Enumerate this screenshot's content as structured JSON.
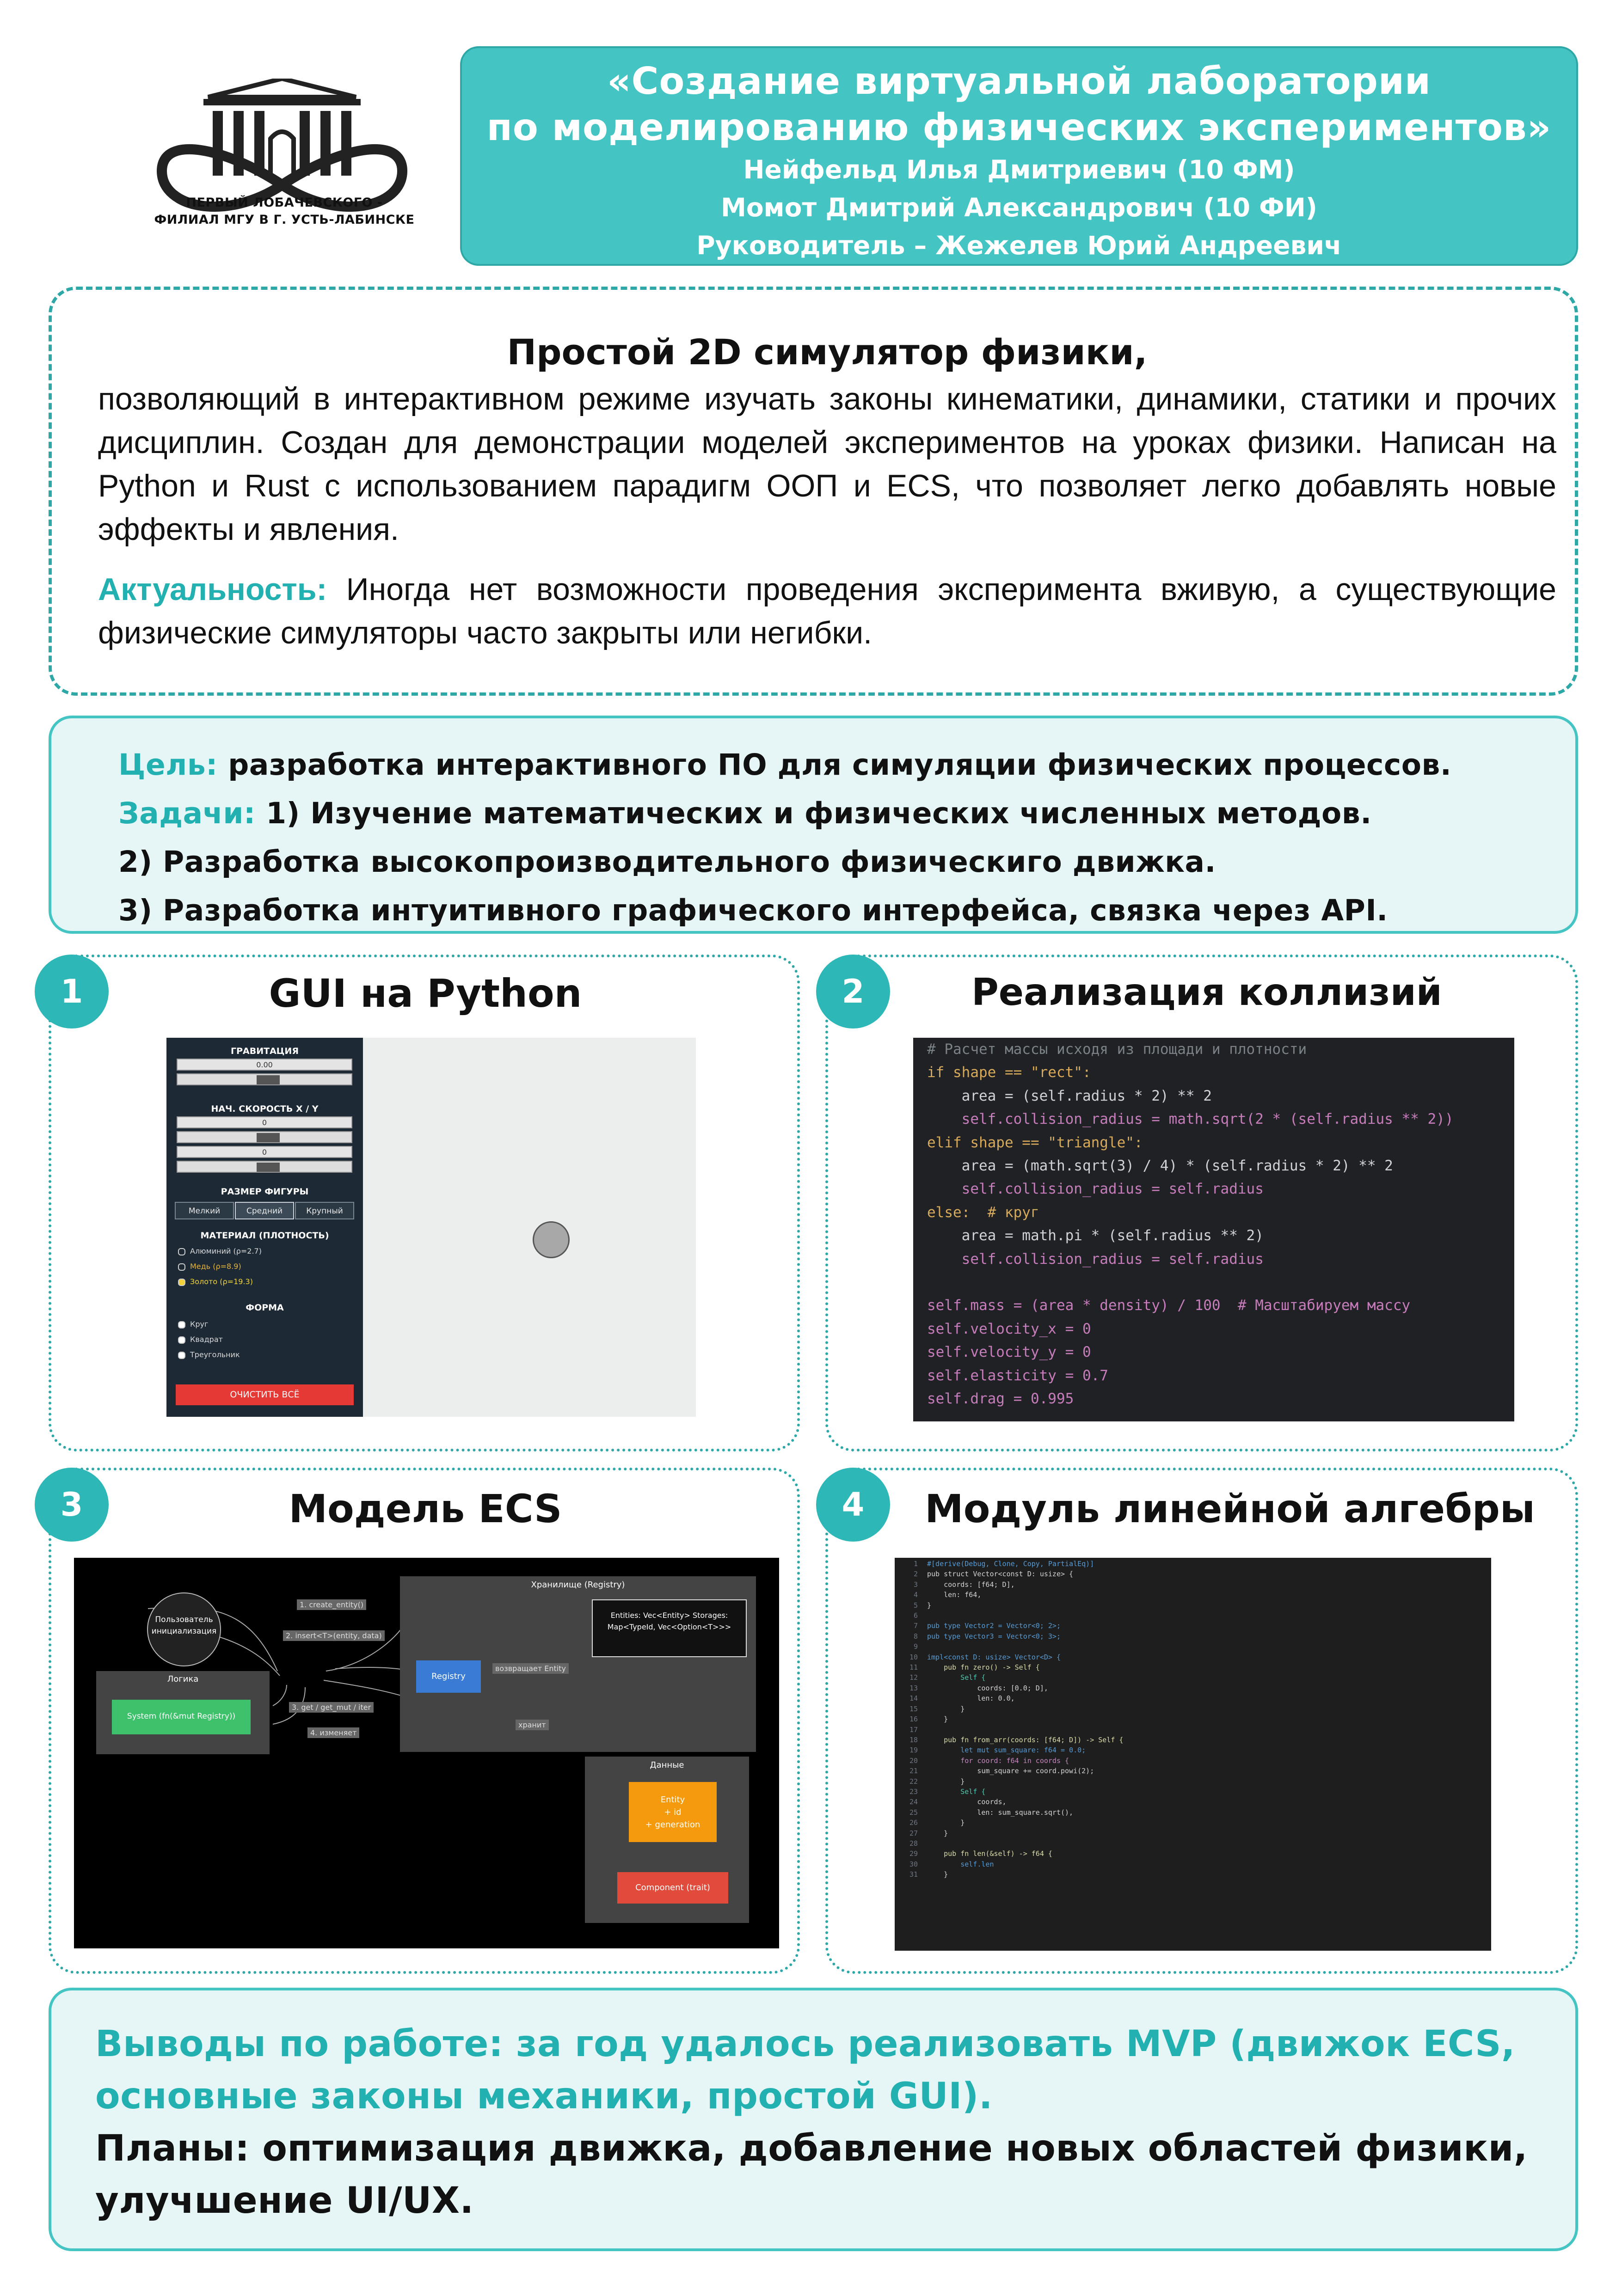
{
  "header": {
    "logo_caption_1": "ПЕРВЫЙ ЛОБАЧЕВСКОГО -",
    "logo_caption_2": "ФИЛИАЛ МГУ В Г. УСТЬ-ЛАБИНСКЕ",
    "title_1": "«Создание виртуальной лаборатории",
    "title_2": "по моделированию физических экспериментов»",
    "author_1": "Нейфельд Илья Дмитриевич (10 ФМ)",
    "author_2": "Момот Дмитрий Александрович (10 ФИ)",
    "supervisor": "Руководитель – Жежелев Юрий Андреевич"
  },
  "intro": {
    "heading": "Простой 2D симулятор физики,",
    "text": "позволяющий в интерактивном режиме изучать законы кинематики, динамики, статики и прочих дисциплин. Создан для демонстрации моделей экспериментов на уроках физики. Написан на Python и  Rust с использованием парадигм ООП и ECS, что позволяет легко добавлять новые эффекты и явления.",
    "relevance_label": "Актуальность:",
    "relevance_text": " Иногда нет возможности проведения эксперимента вживую, а существующие физические симуляторы часто закрыты или негибки."
  },
  "goal": {
    "goal_label": "Цель:",
    "goal_text": " разработка интерактивного ПО для симуляции физических процессов.",
    "tasks_label": "Задачи:",
    "task_1": " 1) Изучение математических и физических численных методов.",
    "task_2": "2) Разработка высокопроизводительного физическиго движка.",
    "task_3": "3) Разработка интуитивного графического интерфейса, связка через API."
  },
  "panels": [
    {
      "num": "1",
      "title": "GUI на Python"
    },
    {
      "num": "2",
      "title": "Реализация коллизий"
    },
    {
      "num": "3",
      "title": "Модель ECS"
    },
    {
      "num": "4",
      "title": "Модуль линейной алгебры"
    }
  ],
  "gui": {
    "gravity_label": "ГРАВИТАЦИЯ",
    "gravity_value": "0.00",
    "velocity_label": "НАЧ. СКОРОСТЬ X / Y",
    "vx_value": "0",
    "vy_value": "0",
    "size_label": "РАЗМЕР ФИГУРЫ",
    "size_small": "Мелкий",
    "size_medium": "Средний",
    "size_large": "Крупный",
    "material_label": "МАТЕРИАЛ (ПЛОТНОСТЬ)",
    "material_1": "Алюминий (ρ=2.7)",
    "material_2": "Медь (ρ=8.9)",
    "material_3": "Золото (ρ=19.3)",
    "shape_label": "ФОРМА",
    "shape_1": "Круг",
    "shape_2": "Квадрат",
    "shape_3": "Треугольник",
    "clear_button": "ОЧИСТИТЬ ВСЁ",
    "colors": {
      "sidebar": "#1d2a36",
      "canvas": "#eceeee",
      "clear": "#e53935"
    }
  },
  "collision_code": [
    "# Расчет массы исходя из площади и плотности",
    "if shape == \"rect\":",
    "    area = (self.radius * 2) ** 2",
    "    self.collision_radius = math.sqrt(2 * (self.radius ** 2))",
    "elif shape == \"triangle\":",
    "    area = (math.sqrt(3) / 4) * (self.radius * 2) ** 2",
    "    self.collision_radius = self.radius",
    "else:  # круг",
    "    area = math.pi * (self.radius ** 2)",
    "    self.collision_radius = self.radius",
    "",
    "self.mass = (area * density) / 100  # Масштабируем массу",
    "self.velocity_x = 0",
    "self.velocity_y = 0",
    "self.elasticity = 0.7",
    "self.drag = 0.995"
  ],
  "ecs": {
    "user": "Пользователь инициализация",
    "registry_group": "Хранилище (Registry)",
    "registry": "Registry",
    "storage": "Entities: Vec<Entity> Storages: Map<TypeId, Vec<Option<T>>>",
    "logic_group": "Логика",
    "system": "System (fn(&mut Registry))",
    "data_group": "Данные",
    "entity": "Entity\n+ id\n+ generation",
    "component": "Component (trait)",
    "edge_1": "1. create_entity()",
    "edge_2": "2. insert<T>(entity, data)",
    "edge_3": "3. get / get_mut / iter",
    "edge_4": "4. изменяет",
    "edge_5": "возвращает Entity",
    "edge_6": "хранит",
    "colors": {
      "registry": "#3a7bd5",
      "system": "#3ec16b",
      "entity": "#f59a0c",
      "component": "#e14b3b"
    }
  },
  "rust_code": [
    "#[derive(Debug, Clone, Copy, PartialEq)]",
    "pub struct Vector<const D: usize> {",
    "    coords: [f64; D],",
    "    len: f64,",
    "}",
    "",
    "pub type Vector2 = Vector<0; 2>;",
    "pub type Vector3 = Vector<0; 3>;",
    "",
    "impl<const D: usize> Vector<D> {",
    "    pub fn zero() -> Self {",
    "        Self {",
    "            coords: [0.0; D],",
    "            len: 0.0,",
    "        }",
    "    }",
    "",
    "    pub fn from_arr(coords: [f64; D]) -> Self {",
    "        let mut sum_square: f64 = 0.0;",
    "        for coord: f64 in coords {",
    "            sum_square += coord.powi(2);",
    "        }",
    "        Self {",
    "            coords,",
    "            len: sum_square.sqrt(),",
    "        }",
    "    }",
    "",
    "    pub fn len(&self) -> f64 {",
    "        self.len",
    "    }"
  ],
  "conclusion": {
    "line_1": "Выводы по работе: за год удалось реализовать MVP (движок ECS,",
    "line_2": "основные законы механики, простой GUI).",
    "line_3": "Планы: оптимизация движка, добавление новых областей физики,",
    "line_4": "улучшение UI/UX."
  }
}
